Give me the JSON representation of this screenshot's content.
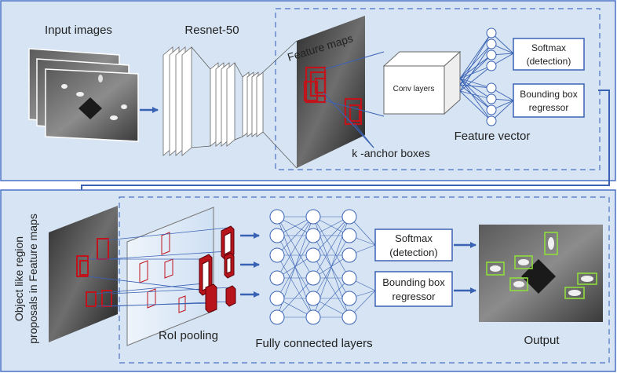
{
  "top_panel": {
    "input_images_label": "Input images",
    "backbone_label": "Resnet-50",
    "feature_maps_label": "Feature maps",
    "conv_layers_label": "Conv layers",
    "softmax_line1": "Softmax",
    "softmax_line2": "(detection)",
    "bbox_line1": "Bounding box",
    "bbox_line2": "regressor",
    "feature_vector_label": "Feature vector",
    "anchor_label": "k -anchor boxes"
  },
  "bottom_panel": {
    "proposals_line1": "Object like region",
    "proposals_line2": "proposals in  Feature maps",
    "roi_pooling_label": "RoI pooling",
    "fc_layers_label": "Fully connected layers",
    "softmax_line1": "Softmax",
    "softmax_line2": "(detection)",
    "bbox_line1": "Bounding box",
    "bbox_line2": "regressor",
    "output_label": "Output"
  },
  "colors": {
    "panel_bg": "#d6e4f3",
    "panel_border": "#4a72c4",
    "arrow": "#3a62b4",
    "box_border": "#3a62b4",
    "proposal_red": "#c0141c"
  }
}
